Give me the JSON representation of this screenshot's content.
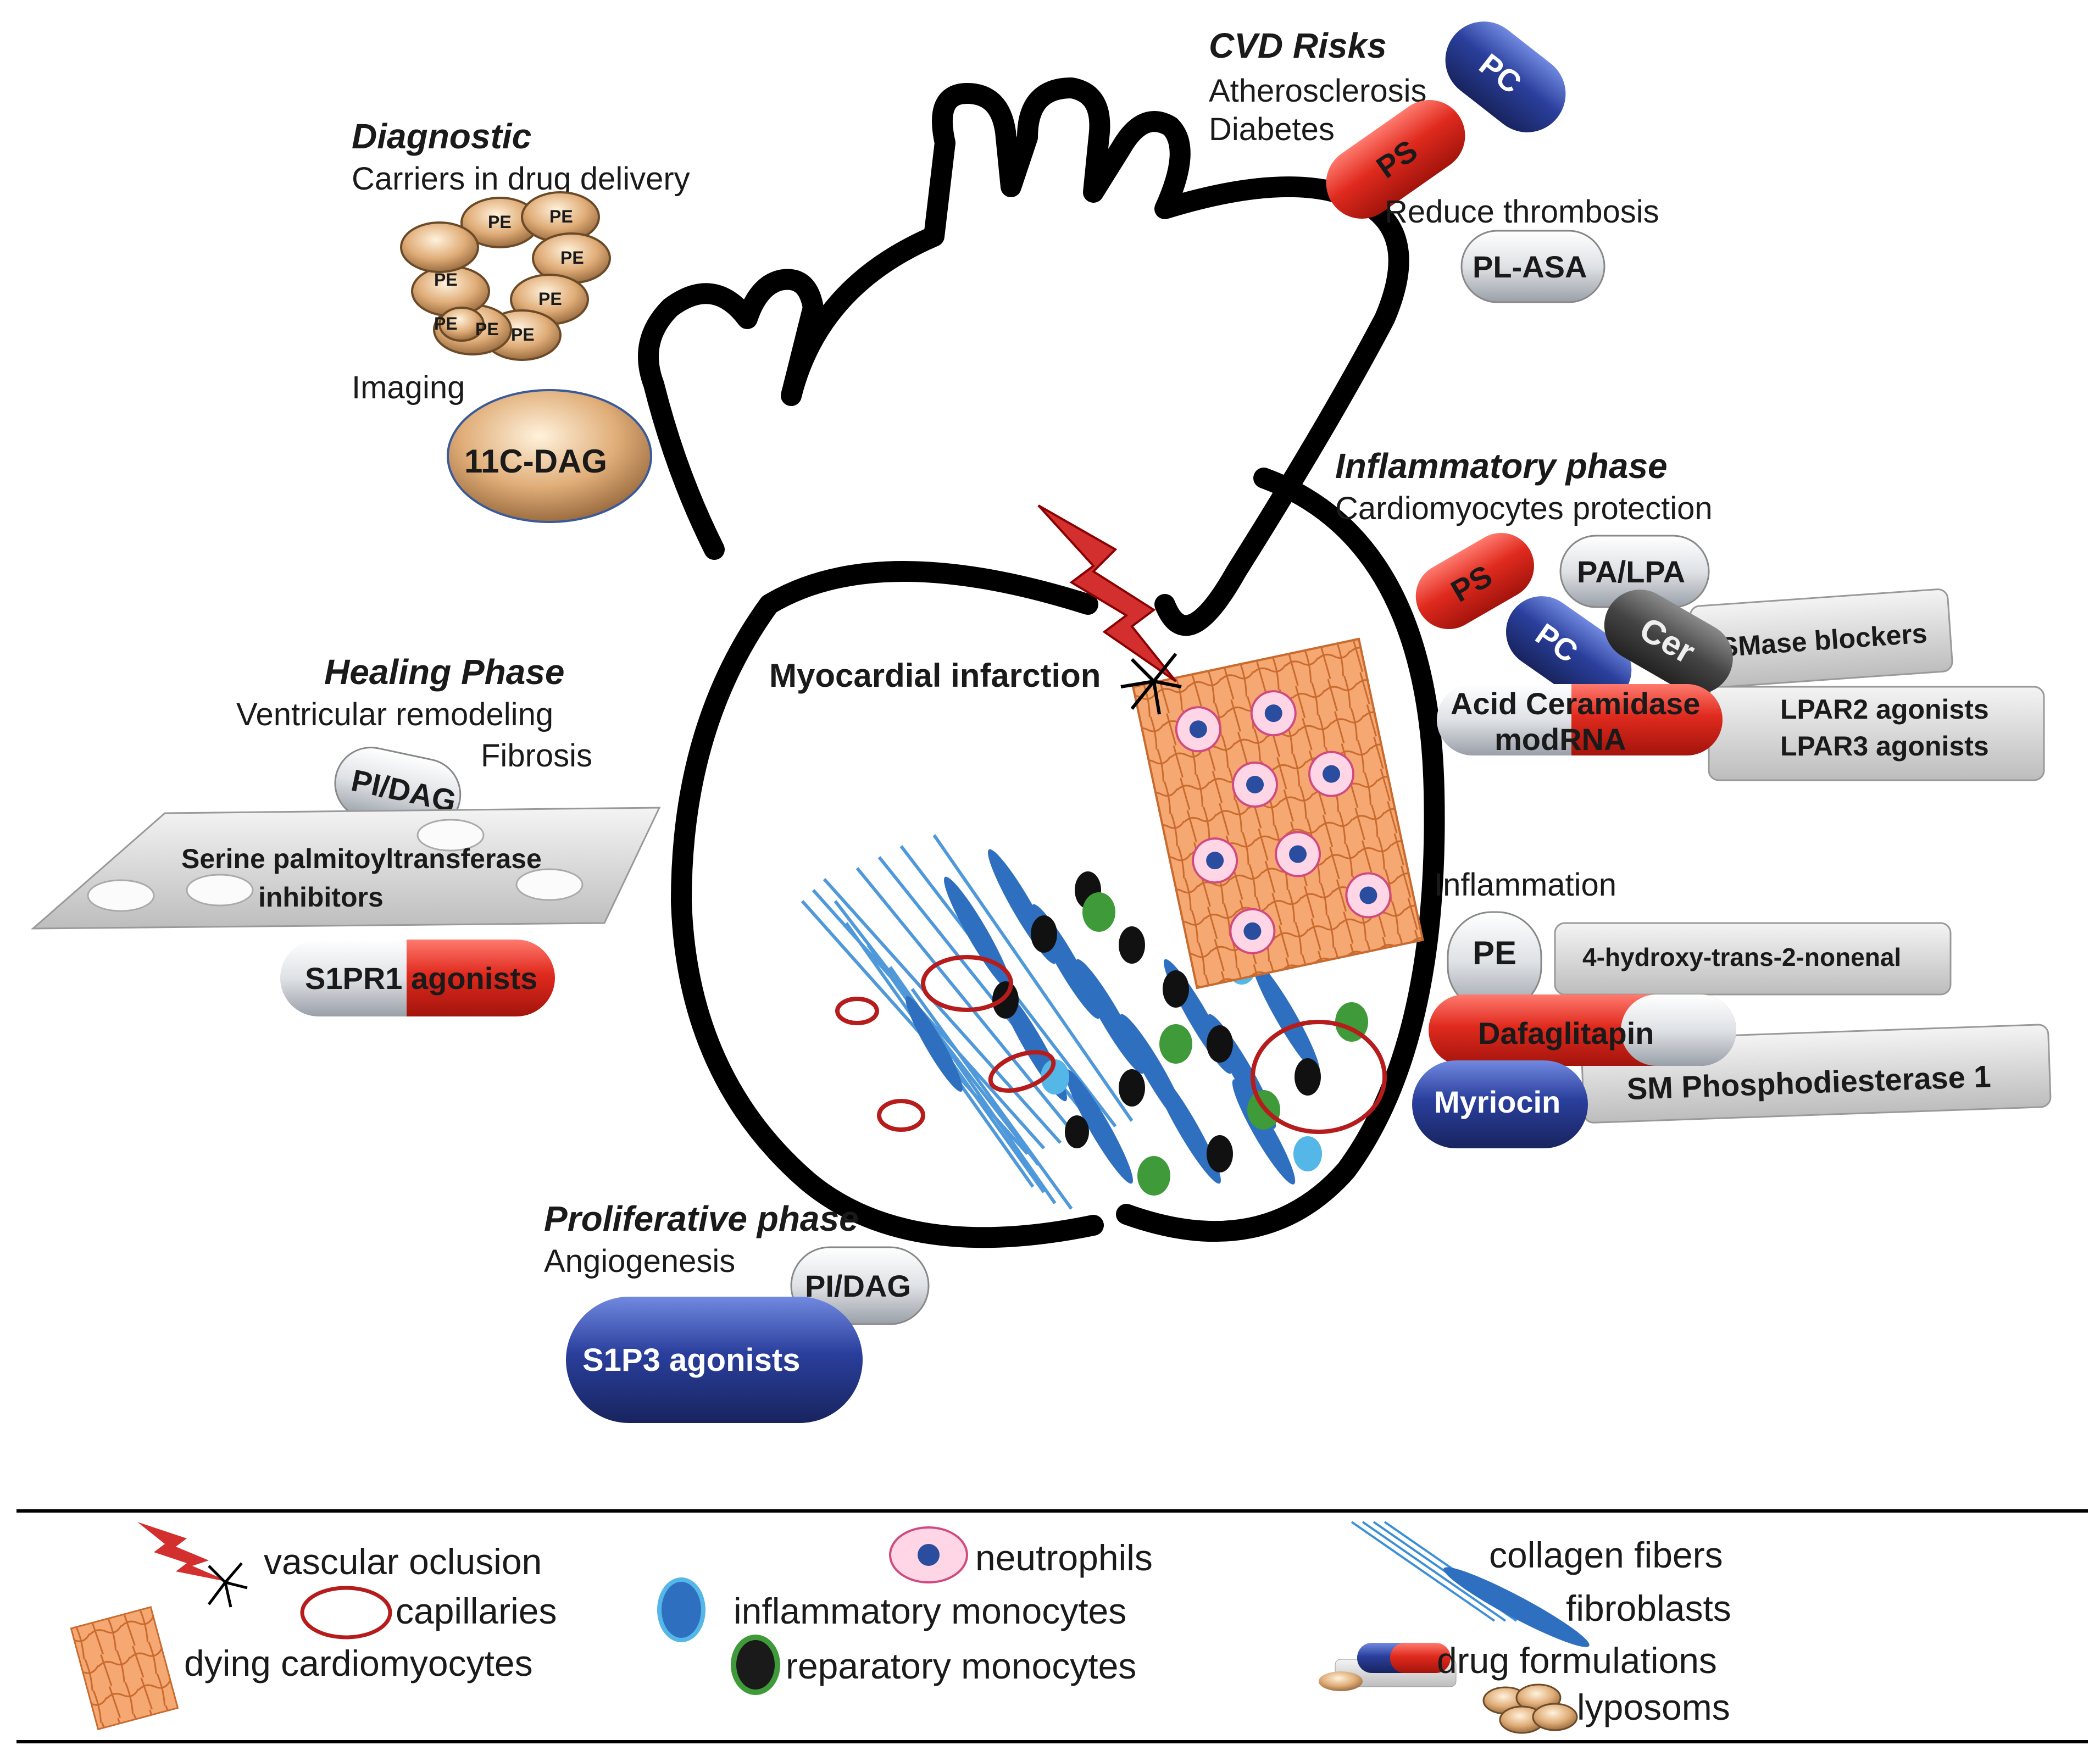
{
  "sections": {
    "diagnostic": {
      "title": "Diagnostic",
      "subtitle": "Carriers in drug delivery",
      "liposome_label": "PE",
      "imaging_label": "Imaging",
      "imaging_agent": "11C-DAG"
    },
    "cvd_risks": {
      "title": "CVD Risks",
      "line1": "Atherosclerosis",
      "line2": "Diabetes",
      "line3": "Reduce thrombosis",
      "pills": {
        "pc": "PC",
        "ps": "PS",
        "plasa": "PL-ASA"
      }
    },
    "inflammatory": {
      "title": "Inflammatory phase",
      "subtitle": "Cardiomyocytes protection",
      "pills": {
        "ps": "PS",
        "pa": "PA/LPA",
        "pc": "PC",
        "cer": "Cer"
      },
      "smase": "SMase blockers",
      "acid_line1": "Acid Ceramidase",
      "acid_line2": "modRNA",
      "lpar2": "LPAR2 agonists",
      "lpar3": "LPAR3 agonists",
      "inflammation_label": "Inflammation",
      "pe": "PE",
      "hne": "4-hydroxy-trans-2-nonenal",
      "dafaglitapin": "Dafaglitapin",
      "myriocin": "Myriocin",
      "smpde": "SM Phosphodiesterase 1"
    },
    "healing": {
      "title": "Healing Phase",
      "line1": "Ventricular remodeling",
      "line2": "Fibrosis",
      "pidag": "PI/DAG",
      "spt_line1": "Serine palmitoyltransferase",
      "spt_line2": "inhibitors",
      "s1pr1": "S1PR1 agonists"
    },
    "proliferative": {
      "title": "Proliferative phase",
      "subtitle": "Angiogenesis",
      "pidag": "PI/DAG",
      "s1p3": "S1P3 agonists"
    },
    "mi_label": "Myocardial infarction"
  },
  "legend": {
    "vascular": "vascular oclusion",
    "capillaries": "capillaries",
    "dying": "dying cardiomyocytes",
    "neutrophils": "neutrophils",
    "inflammatory_mono": "inflammatory monocytes",
    "reparatory_mono": "reparatory monocytes",
    "collagen": "collagen fibers",
    "fibroblasts": "fibroblasts",
    "drugs": "drug formulations",
    "liposomes": "lyposoms"
  },
  "colors": {
    "red": "#e02a1e",
    "blue": "#2a3f9c",
    "grey": "#c9cdd3",
    "dark": "#3a3a3a",
    "tan": "#d9a46e",
    "orange": "#f6a872",
    "cellblue": "#2f6fc0",
    "green": "#3f9a3a"
  }
}
